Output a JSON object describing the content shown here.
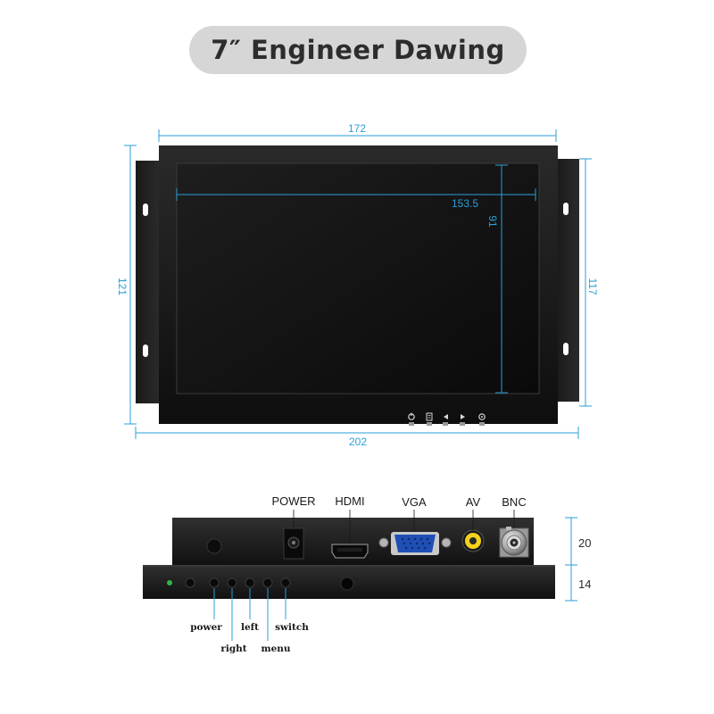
{
  "title": "7″ Engineer Dawing",
  "dimensions": {
    "front_width": "172",
    "screen_width": "153.5",
    "screen_height": "91",
    "outer_height_left": "121",
    "outer_height_right": "117",
    "total_width": "202",
    "rear_upper_thickness": "20",
    "rear_lower_thickness": "14"
  },
  "ports": {
    "power": "POWER",
    "hdmi": "HDMI",
    "vga": "VGA",
    "av": "AV",
    "bnc": "BNC"
  },
  "buttons": {
    "power": "power",
    "right": "right",
    "left": "left",
    "menu": "menu",
    "switch": "switch"
  },
  "colors": {
    "dimension_line": "#2a9fd8",
    "monitor_body": "#141414",
    "title_pill": "#d6d6d6",
    "av_port": "#f2d21b",
    "vga_port": "#1f4fb5",
    "power_led": "#2db64a"
  },
  "icons": {
    "front_button_icons": [
      "power-icon",
      "menu-icon",
      "left-arrow-icon",
      "right-arrow-icon",
      "source-icon"
    ]
  }
}
